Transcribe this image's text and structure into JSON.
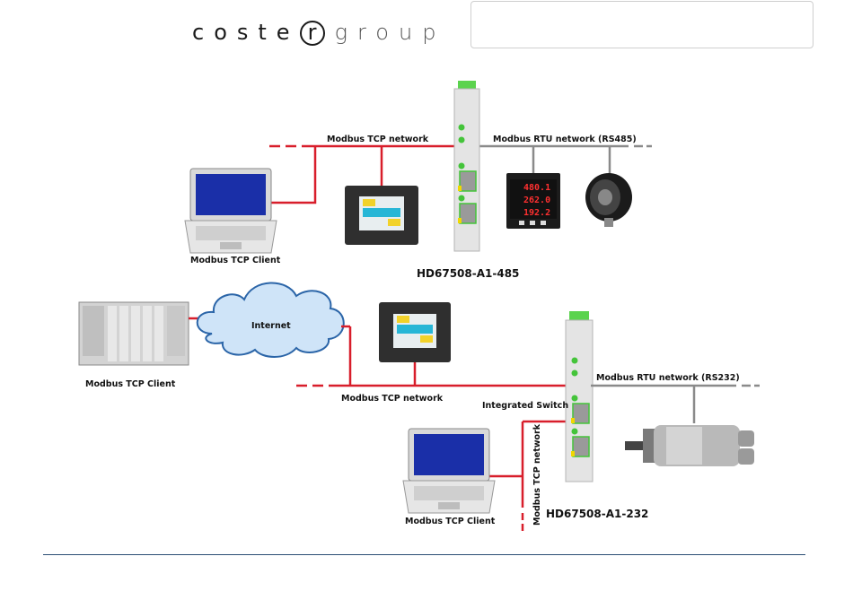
{
  "header": {
    "logo_main": "coste",
    "logo_r": "r",
    "logo_group": "group",
    "search": {
      "placeholder": ""
    }
  },
  "diagram_top": {
    "tcp_network": "Modbus TCP network",
    "rtu_network": "Modbus RTU network (RS485)",
    "client": "Modbus TCP Client",
    "gateway": "HD67508-A1-485",
    "meter_readings": [
      "480.1",
      "262.0",
      "192.2"
    ]
  },
  "diagram_bottom": {
    "internet": "Internet",
    "client_plc": "Modbus TCP Client",
    "tcp_network": "Modbus TCP network",
    "rtu_network": "Modbus RTU network (RS232)",
    "integrated_switch": "Integrated Switch",
    "tcp_network_vertical": "Modbus TCP network",
    "client_laptop": "Modbus TCP Client",
    "gateway": "HD67508-A1-232"
  },
  "colors": {
    "tcp": "#d81e2b",
    "rtu": "#8a8a8a",
    "rule": "#2a4e74",
    "led": "#44c43a"
  }
}
